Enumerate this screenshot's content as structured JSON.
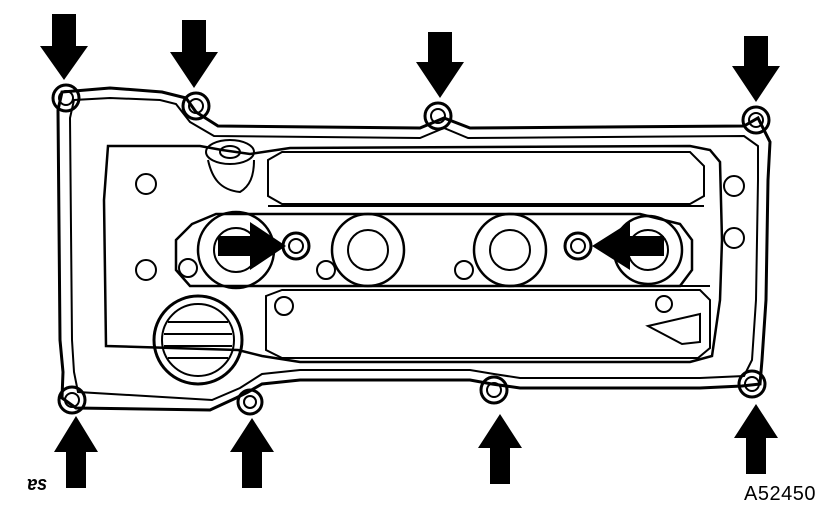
{
  "diagram": {
    "figure_code": "A52450",
    "corner_mark": "ɐs",
    "colors": {
      "line": "#000000",
      "paper": "#ffffff"
    },
    "arrows": [
      {
        "id": "arrow-top-1",
        "direction": "down"
      },
      {
        "id": "arrow-top-2",
        "direction": "down"
      },
      {
        "id": "arrow-top-3",
        "direction": "down"
      },
      {
        "id": "arrow-top-4",
        "direction": "down"
      },
      {
        "id": "arrow-center-left",
        "direction": "right"
      },
      {
        "id": "arrow-center-right",
        "direction": "left"
      },
      {
        "id": "arrow-bottom-1",
        "direction": "up"
      },
      {
        "id": "arrow-bottom-2",
        "direction": "up"
      },
      {
        "id": "arrow-bottom-3",
        "direction": "up"
      },
      {
        "id": "arrow-bottom-4",
        "direction": "up"
      }
    ],
    "bolt_count": 10
  }
}
